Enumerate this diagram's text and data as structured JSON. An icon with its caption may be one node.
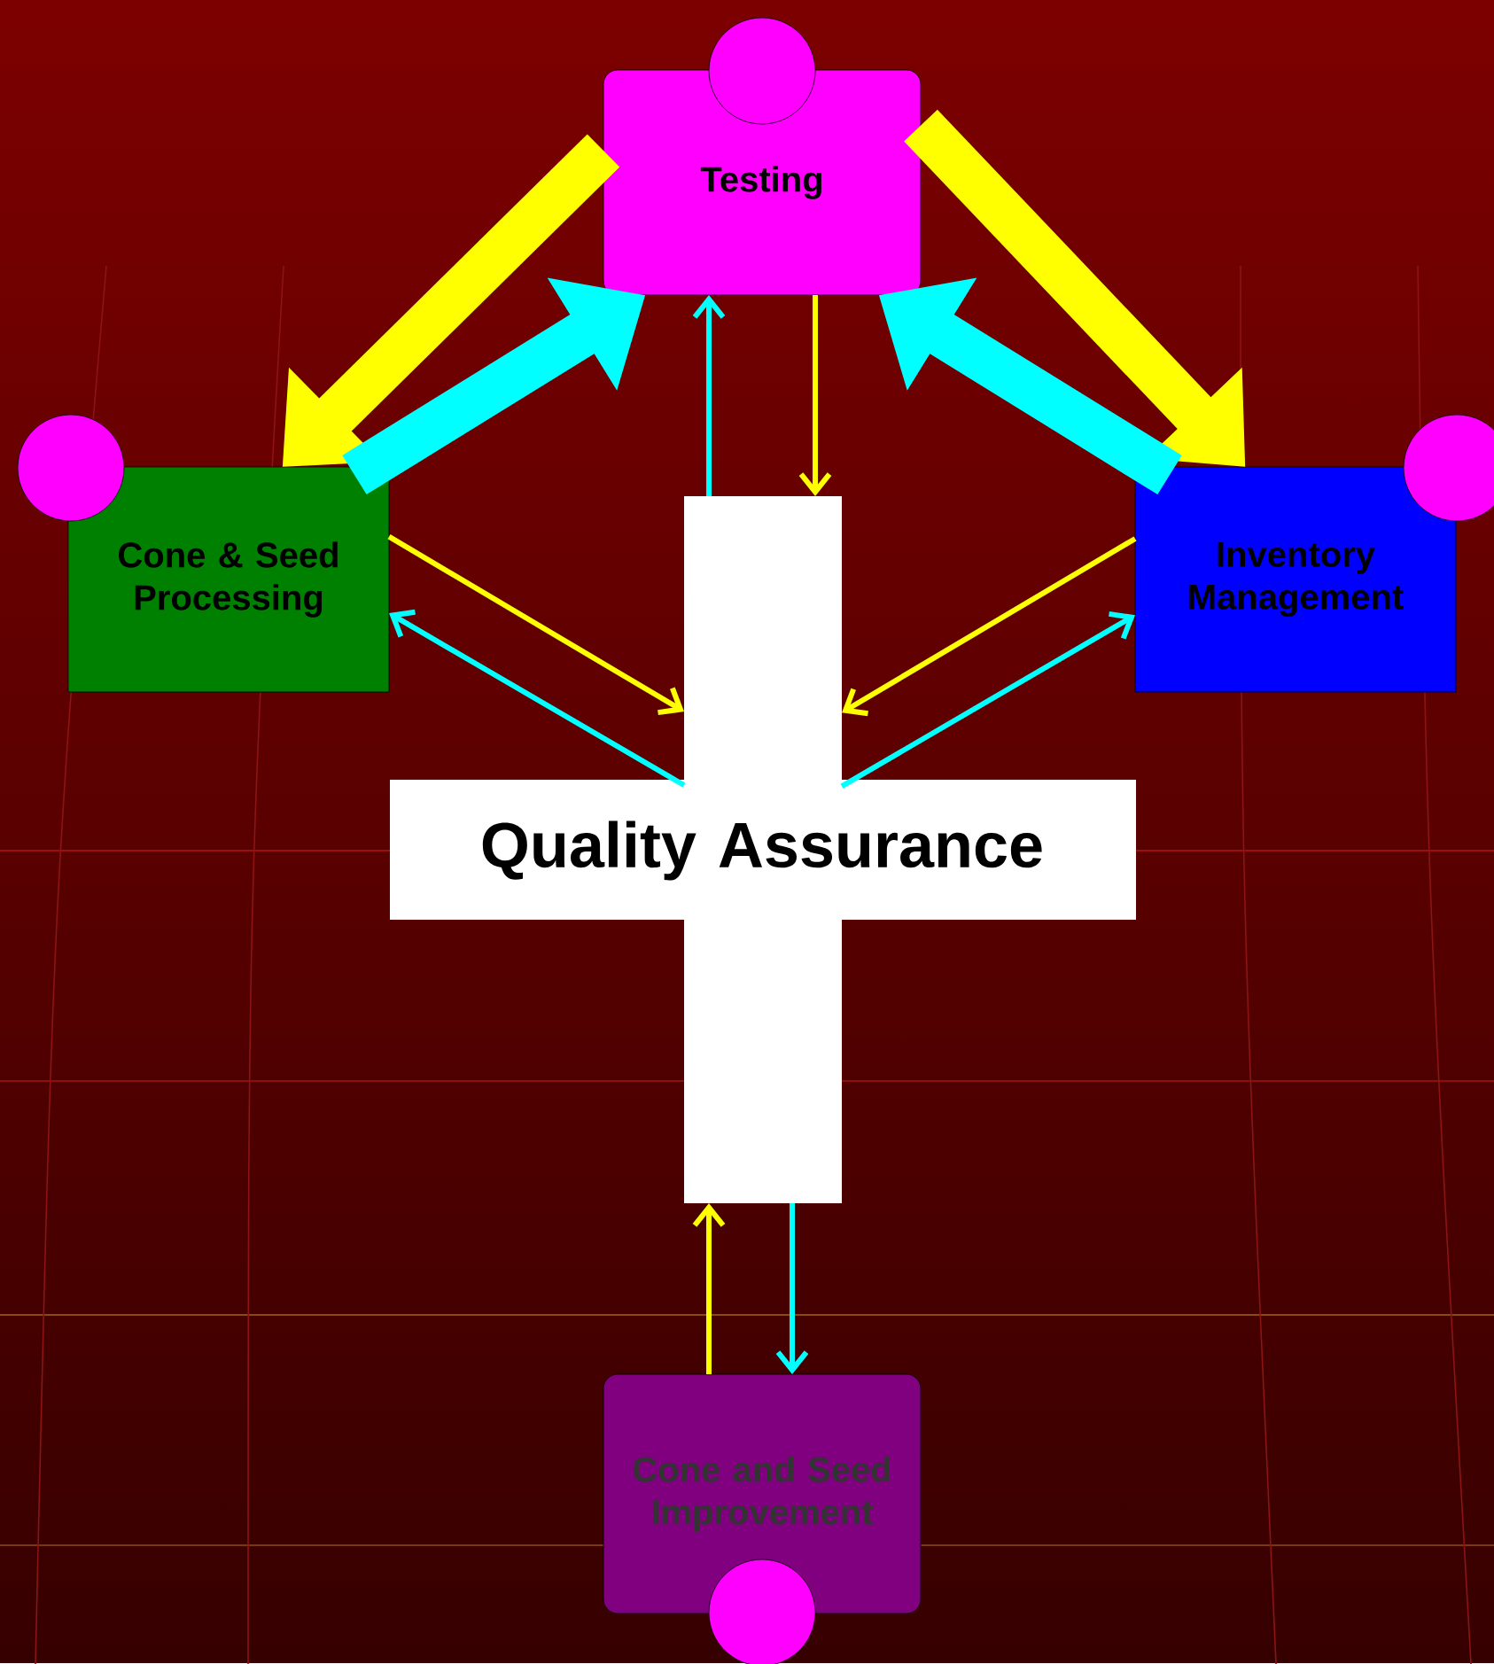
{
  "diagram": {
    "nodes": [
      {
        "text": [
          "Testing"
        ]
      },
      {
        "text": [
          "Cone & Seed Processing"
        ]
      },
      {
        "text": [
          "Quality Assurance"
        ]
      },
      {
        "text": [
          "Inventory Management"
        ]
      },
      {
        "text": [
          "Cone and Seed Improvement"
        ]
      }
    ],
    "edges": [
      {
        "from": 0,
        "to": 1,
        "arrow": "to",
        "style": "thick",
        "color": "#ffff00"
      },
      {
        "from": 1,
        "to": 0,
        "arrow": "to",
        "style": "thick",
        "color": "#00ffff"
      },
      {
        "from": 0,
        "to": 3,
        "arrow": "to",
        "style": "thick",
        "color": "#ffff00"
      },
      {
        "from": 3,
        "to": 0,
        "arrow": "to",
        "style": "thick",
        "color": "#00ffff"
      },
      {
        "from": 2,
        "to": 0,
        "arrow": "to",
        "color": "#00ffff"
      },
      {
        "from": 0,
        "to": 2,
        "arrow": "to",
        "color": "#ffff00"
      },
      {
        "from": 1,
        "to": 2,
        "arrow": "to",
        "color": "#ffff00"
      },
      {
        "from": 2,
        "to": 1,
        "arrow": "to",
        "color": "#00ffff"
      },
      {
        "from": 3,
        "to": 2,
        "arrow": "to",
        "color": "#ffff00"
      },
      {
        "from": 2,
        "to": 3,
        "arrow": "to",
        "color": "#00ffff"
      },
      {
        "from": 4,
        "to": 2,
        "arrow": "to",
        "color": "#ffff00"
      },
      {
        "from": 2,
        "to": 4,
        "arrow": "to",
        "color": "#00ffff"
      }
    ]
  }
}
